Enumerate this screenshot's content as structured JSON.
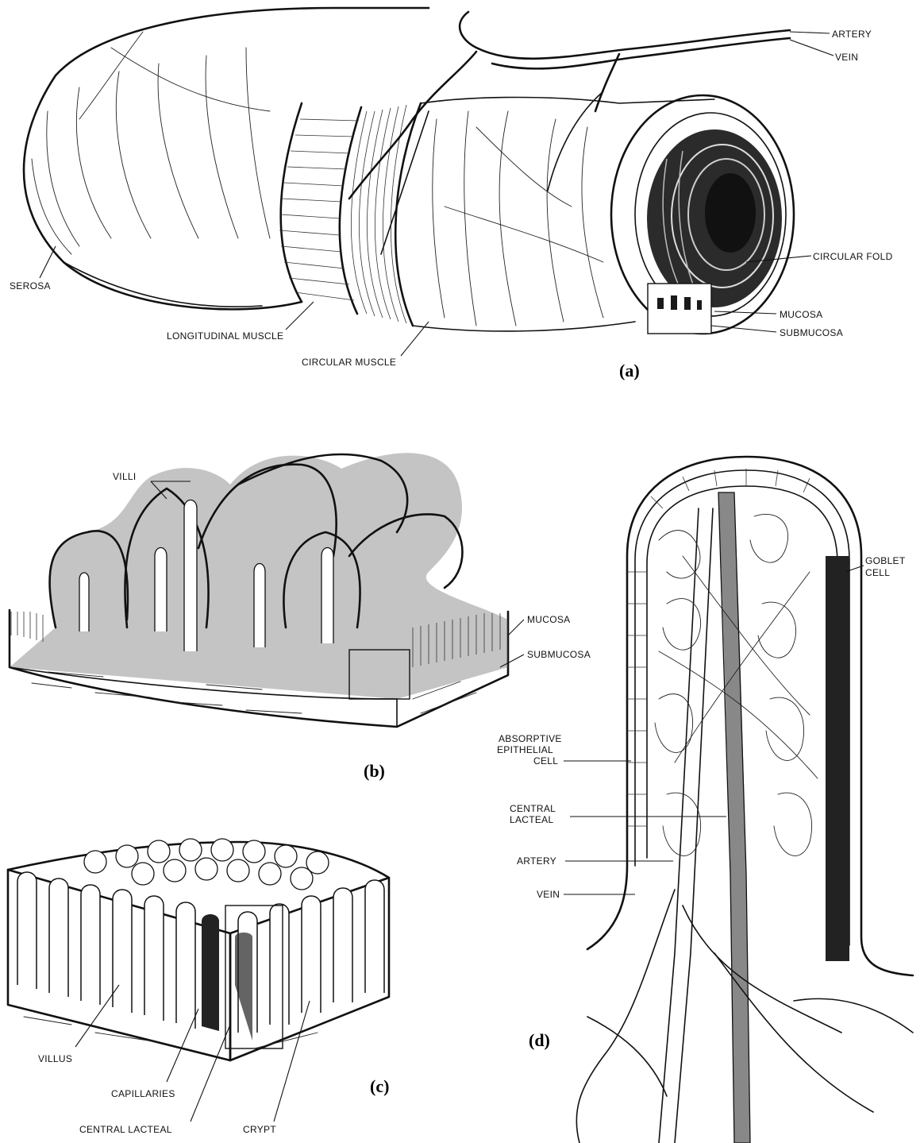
{
  "panels": {
    "a": {
      "panel_label": "(a)",
      "labels": {
        "artery": "ARTERY",
        "vein": "VEIN",
        "serosa": "SEROSA",
        "circular_fold": "CIRCULAR FOLD",
        "mucosa": "MUCOSA",
        "submucosa": "SUBMUCOSA",
        "longitudinal_muscle": "LONGITUDINAL MUSCLE",
        "circular_muscle": "CIRCULAR MUSCLE"
      }
    },
    "b": {
      "panel_label": "(b)",
      "labels": {
        "villi": "VILLI",
        "mucosa": "MUCOSA",
        "submucosa": "SUBMUCOSA"
      }
    },
    "c": {
      "panel_label": "(c)",
      "labels": {
        "villus": "VILLUS",
        "capillaries": "CAPILLARIES",
        "central_lacteal": "CENTRAL LACTEAL",
        "crypt": "CRYPT"
      }
    },
    "d": {
      "panel_label": "(d)",
      "labels": {
        "goblet_cell_1": "GOBLET",
        "goblet_cell_2": "CELL",
        "absorptive_1": "ABSORPTIVE",
        "absorptive_2": "EPITHELIAL",
        "absorptive_3": "CELL",
        "central_lacteal_1": "CENTRAL",
        "central_lacteal_2": "LACTEAL",
        "artery": "ARTERY",
        "vein": "VEIN"
      }
    }
  }
}
